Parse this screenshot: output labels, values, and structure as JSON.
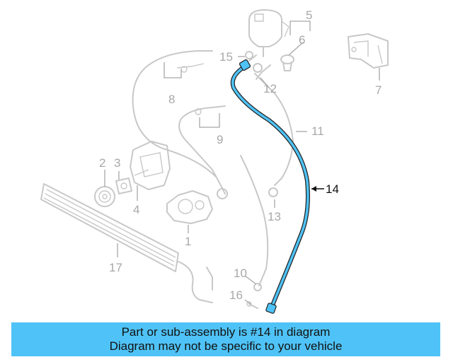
{
  "diagram": {
    "highlight_color": "#4fc3f7",
    "callouts": [
      "1",
      "2",
      "3",
      "4",
      "5",
      "6",
      "7",
      "8",
      "9",
      "10",
      "11",
      "12",
      "13",
      "14",
      "15",
      "16",
      "17"
    ],
    "highlighted_callout": "14"
  },
  "banner": {
    "line1": "Part or sub-assembly is #14 in diagram",
    "line2": "Diagram may not be specific to your vehicle",
    "background": "#4fc3f7"
  }
}
